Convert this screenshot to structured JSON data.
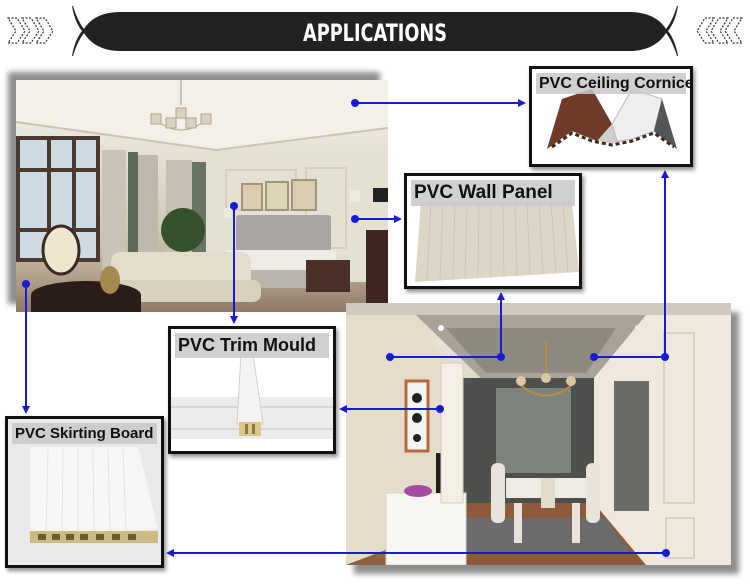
{
  "header": {
    "title": "APPLICATIONS",
    "banner_color": "#222222",
    "left_decoration": "chevron-right-outline-icon x3",
    "right_decoration": "chevron-left-outline-icon x3"
  },
  "scenes": [
    {
      "name": "bedroom",
      "description": "Bedroom interior with chandelier, sofa, bed, wall panels"
    },
    {
      "name": "dining-room",
      "description": "Dining room interior with table, chairs, sideboard, chandelier"
    }
  ],
  "products": {
    "ceiling_cornice": {
      "label": "PVC Ceiling Cornice"
    },
    "wall_panel": {
      "label": "PVC Wall Panel"
    },
    "trim_mould": {
      "label": "PVC Trim Mould"
    },
    "skirting_board": {
      "label": "PVC Skirting Board"
    }
  },
  "connector_color": "#1a1ad6"
}
